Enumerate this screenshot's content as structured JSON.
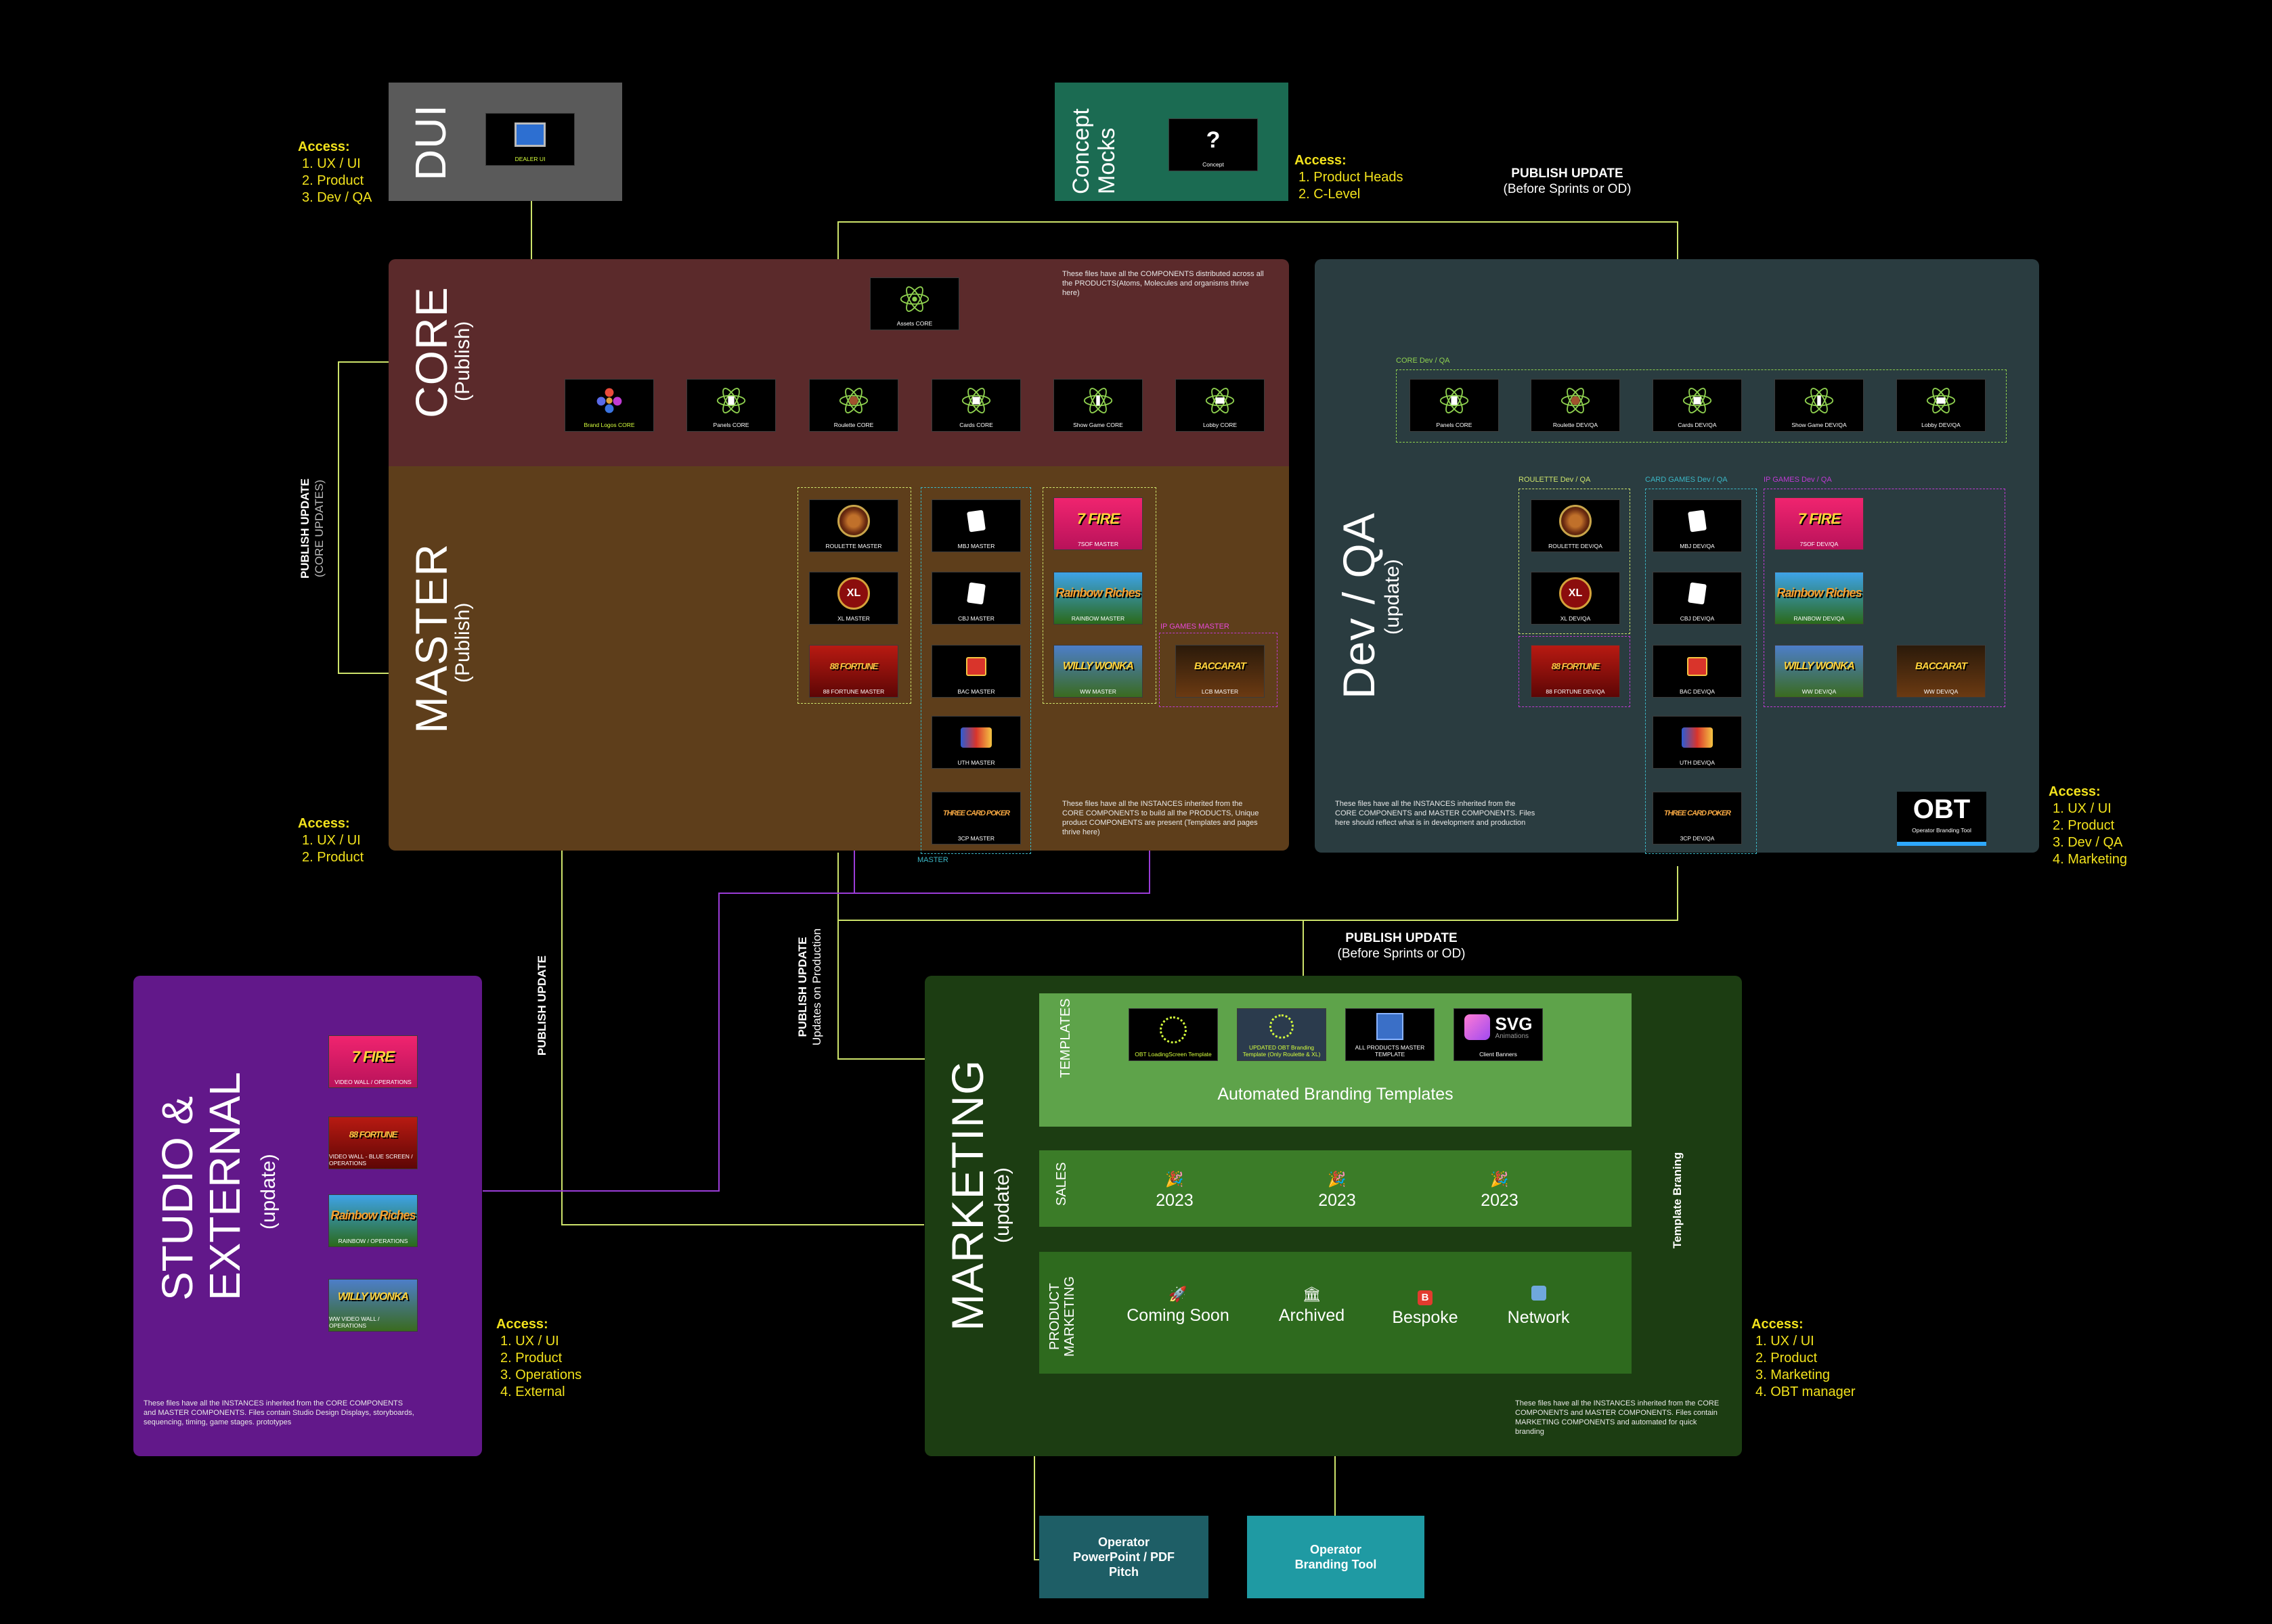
{
  "dui": {
    "title": "DUI",
    "tile": "DEALER UI",
    "access": {
      "heading": "Access:",
      "items": [
        "1. UX / UI",
        "2. Product",
        "3. Dev / QA"
      ]
    }
  },
  "concept": {
    "title_line1": "Concept",
    "title_line2": "Mocks",
    "tile_glyph": "?",
    "tile": "Concept",
    "access": {
      "heading": "Access:",
      "items": [
        "1. Product Heads",
        "2. C-Level"
      ]
    }
  },
  "publish_top": {
    "title": "PUBLISH UPDATE",
    "sub": "(Before Sprints or OD)"
  },
  "publish_mid": {
    "title": "PUBLISH UPDATE",
    "sub": "(Before Sprints or OD)"
  },
  "publish_left": {
    "title": "PUBLISH UPDATE",
    "sub": "(CORE UPDATES)"
  },
  "publish_studio": {
    "title": "PUBLISH UPDATE"
  },
  "publish_marketing": {
    "title": "PUBLISH UPDATE",
    "sub": "Updates on Production"
  },
  "core": {
    "title": "CORE",
    "sub": "(Publish)",
    "note": "These files have all the COMPONENTS distributed across all the PRODUCTS(Atoms, Molecules and organisms thrive here)",
    "assets": "Assets CORE",
    "tiles": [
      "Brand Logos CORE",
      "Panels CORE",
      "Roulette CORE",
      "Cards CORE",
      "Show Game CORE",
      "Lobby CORE"
    ]
  },
  "master": {
    "title": "MASTER",
    "sub": "(Publish)",
    "note": "These files have all the INSTANCES inherited from the CORE COMPONENTS to build all the PRODUCTS, Unique product COMPONENTS are present (Templates and pages thrive here)",
    "roulette": [
      "ROULETTE MASTER",
      "XL MASTER",
      "88 FORTUNE MASTER"
    ],
    "cards": [
      "MBJ MASTER",
      "CBJ MASTER",
      "BAC MASTER",
      "UTH MASTER",
      "3CP MASTER"
    ],
    "shows": [
      "7SOF MASTER",
      "RAINBOW MASTER",
      "WW MASTER"
    ],
    "ip_label": "IP GAMES MASTER",
    "ip": "LCB MASTER",
    "master_label": "MASTER",
    "access": {
      "heading": "Access:",
      "items": [
        "1. UX / UI",
        "2. Product"
      ]
    }
  },
  "devqa": {
    "title": "Dev / QA",
    "sub": "(update)",
    "core_label": "CORE Dev / QA",
    "core_tiles": [
      "Panels CORE",
      "Roulette DEV/QA",
      "Cards DEV/QA",
      "Show Game DEV/QA",
      "Lobby DEV/QA"
    ],
    "roulette_label": "ROULETTE Dev / QA",
    "roulette": [
      "ROULETTE DEV/QA",
      "XL DEV/QA",
      "88 FORTUNE DEV/QA"
    ],
    "cards_label": "CARD GAMES Dev / QA",
    "cards": [
      "MBJ DEV/QA",
      "CBJ DEV/QA",
      "BAC DEV/QA",
      "UTH DEV/QA",
      "3CP DEV/QA"
    ],
    "ip_label": "IP GAMES Dev / QA",
    "shows": [
      "7SOF DEV/QA",
      "RAINBOW DEV/QA",
      "WW DEV/QA",
      "WW DEV/QA"
    ],
    "note": "These files have all the INSTANCES inherited from the CORE COMPONENTS and MASTER COMPONENTS. Files here should reflect what is in development and production",
    "obt": "OBT",
    "obt_sub": "Operator Branding Tool",
    "access": {
      "heading": "Access:",
      "items": [
        "1. UX / UI",
        "2. Product",
        "3. Dev / QA",
        "4. Marketing"
      ]
    }
  },
  "studio": {
    "title_line1": "STUDIO &",
    "title_line2": "EXTERNAL",
    "sub": "(update)",
    "tiles": [
      "VIDEO WALL / OPERATIONS",
      "VIDEO WALL - BLUE SCREEN / OPERATIONS",
      "RAINBOW / OPERATIONS",
      "WW VIDEO WALL / OPERATIONS"
    ],
    "note": "These files have all the INSTANCES inherited from the CORE COMPONENTS and MASTER COMPONENTS. Files contain Studio Design Displays, storyboards, sequencing, timing, game stages. prototypes",
    "access": {
      "heading": "Access:",
      "items": [
        "1. UX / UI",
        "2. Product",
        "3. Operations",
        "4. External"
      ]
    }
  },
  "marketing": {
    "title": "MARKETING",
    "sub": "(update)",
    "templates_label": "TEMPLATES",
    "template_tiles": [
      "OBT LoadingScreen Template",
      "UPDATED OBT Branding Template (Only Roulette & XL)",
      "ALL PRODUCTS MASTER TEMPLATE",
      "Client Banners"
    ],
    "svg_title": "SVG",
    "svg_sub": "Animations",
    "templates_caption": "Automated Branding Templates",
    "sales_label": "SALES",
    "sales_items": [
      "2023",
      "2023",
      "2023"
    ],
    "pm_label_1": "PRODUCT",
    "pm_label_2": "MARKETING",
    "pm_items": [
      "Coming Soon",
      "Archived",
      "Bespoke",
      "Network"
    ],
    "template_branding": "Template Braning",
    "note": "These files have all the INSTANCES inherited from the CORE COMPONENTS and MASTER COMPONENTS. Files contain MARKETING COMPONENTS and automated for quick branding",
    "access": {
      "heading": "Access:",
      "items": [
        "1. UX / UI",
        "2. Product",
        "3. Marketing",
        "4. OBT manager"
      ]
    }
  },
  "outputs": {
    "pitch": "Operator PowerPoint / PDF Pitch",
    "branding": "Operator Branding Tool"
  },
  "colors": {
    "core": "#5b2a2b",
    "master": "#5e3e1b",
    "devqa": "#2a3c40",
    "studio": "#62188a",
    "marketing": "#1c3d12",
    "dui": "#5a5a5a",
    "concept": "#1b6b52",
    "lime": "#d6ff3c",
    "teal": "#1f8f97",
    "accent": "#f2e21c"
  }
}
